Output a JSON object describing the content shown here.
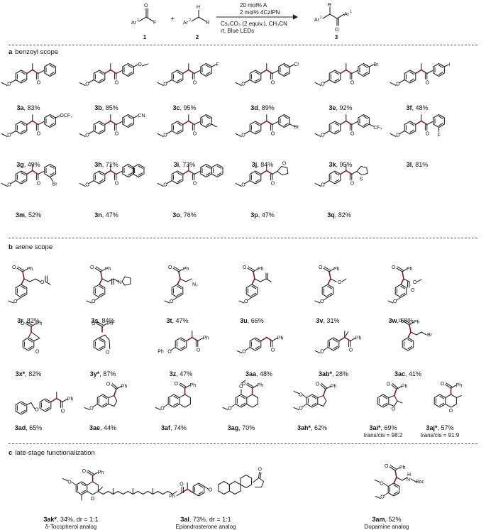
{
  "scheme": {
    "reagent1": {
      "ar": "Ar",
      "sup": "1",
      "f": "F",
      "o": "O",
      "num": "1"
    },
    "plus": "+",
    "reagent2": {
      "ar": "Ar",
      "sup": "2",
      "h": "H",
      "r": "R",
      "num": "2"
    },
    "conditions": [
      "20 mol% A",
      "2 mol% 4CzIPN",
      "Cs₂CO₃ (2 equiv.), CH₃CN",
      "rt, Blue LEDs"
    ],
    "product": {
      "r": "R",
      "ar2": "Ar",
      "sup2": "2",
      "ar1": "Ar",
      "sup1": "1",
      "o": "O",
      "num": "3"
    }
  },
  "sections": [
    {
      "letter": "a",
      "title": "benzoyl scope"
    },
    {
      "letter": "b",
      "title": "arene scope"
    },
    {
      "letter": "c",
      "title": "late-stage functionalization"
    }
  ],
  "compounds": [
    {
      "id": "3a",
      "yield": ", 83%",
      "sub": ""
    },
    {
      "id": "3b",
      "yield": ", 85%",
      "sub": ""
    },
    {
      "id": "3c",
      "yield": ", 95%",
      "sub": ""
    },
    {
      "id": "3d",
      "yield": ", 89%",
      "sub": ""
    },
    {
      "id": "3e",
      "yield": ", 92%",
      "sub": ""
    },
    {
      "id": "3f",
      "yield": ", 48%",
      "sub": ""
    },
    {
      "id": "3g",
      "yield": ", 49%",
      "sub": ""
    },
    {
      "id": "3h",
      "yield": ", 71%",
      "sub": ""
    },
    {
      "id": "3i",
      "yield": ", 73%",
      "sub": ""
    },
    {
      "id": "3j",
      "yield": ", 84%",
      "sub": ""
    },
    {
      "id": "3k",
      "yield": ", 95%",
      "sub": ""
    },
    {
      "id": "3l",
      "yield": ", 81%",
      "sub": ""
    },
    {
      "id": "3m",
      "yield": ", 52%",
      "sub": ""
    },
    {
      "id": "3n",
      "yield": ", 47%",
      "sub": ""
    },
    {
      "id": "3o",
      "yield": ", 76%",
      "sub": ""
    },
    {
      "id": "3p",
      "yield": ", 47%",
      "sub": ""
    },
    {
      "id": "3q",
      "yield": ", 82%",
      "sub": ""
    },
    {
      "id": "3r",
      "yield": ", 82%",
      "sub": ""
    },
    {
      "id": "3s",
      "yield": ", 84%",
      "sub": ""
    },
    {
      "id": "3t",
      "yield": ", 47%",
      "sub": ""
    },
    {
      "id": "3u",
      "yield": ", 66%",
      "sub": ""
    },
    {
      "id": "3v",
      "yield": ", 31%",
      "sub": ""
    },
    {
      "id": "3w",
      "yield": ", 60%",
      "sub": ""
    },
    {
      "id": "3x*",
      "yield": ", 82%",
      "sub": ""
    },
    {
      "id": "3y*",
      "yield": ", 87%",
      "sub": ""
    },
    {
      "id": "3z",
      "yield": ", 47%",
      "sub": ""
    },
    {
      "id": "3aa",
      "yield": ", 48%",
      "sub": ""
    },
    {
      "id": "3ab*",
      "yield": ", 28%",
      "sub": ""
    },
    {
      "id": "3ac",
      "yield": ", 41%",
      "sub": ""
    },
    {
      "id": "3ad",
      "yield": ", 65%",
      "sub": ""
    },
    {
      "id": "3ae",
      "yield": ", 44%",
      "sub": ""
    },
    {
      "id": "3af",
      "yield": ", 74%",
      "sub": ""
    },
    {
      "id": "3ag",
      "yield": ", 70%",
      "sub": ""
    },
    {
      "id": "3ah*",
      "yield": ", 62%",
      "sub": ""
    },
    {
      "id": "3ai*",
      "yield": ", 69%",
      "sub": "trans/cis = 98:2"
    },
    {
      "id": "3aj*",
      "yield": ", 57%",
      "sub": "trans/cis = 91:9"
    },
    {
      "id": "3ak*",
      "yield": ", 34%, dr = 1:1",
      "sub": "δ-Tocopherol analog"
    },
    {
      "id": "3al",
      "yield": ", 73%, dr = 1:1",
      "sub": "Epiandrosterone analog"
    },
    {
      "id": "3am",
      "yield": ", 52%",
      "sub": "Dopamine analog"
    }
  ],
  "atoms": {
    "O": "O",
    "Ph": "Ph",
    "F": "F",
    "Cl": "Cl",
    "Br": "Br",
    "I": "I",
    "OCF3": "OCF₃",
    "CN": "CN",
    "CF3": "CF₃",
    "N": "N",
    "N3": "N₃",
    "S": "S",
    "H": "H",
    "Boc": "Boc",
    "HN": "H"
  }
}
